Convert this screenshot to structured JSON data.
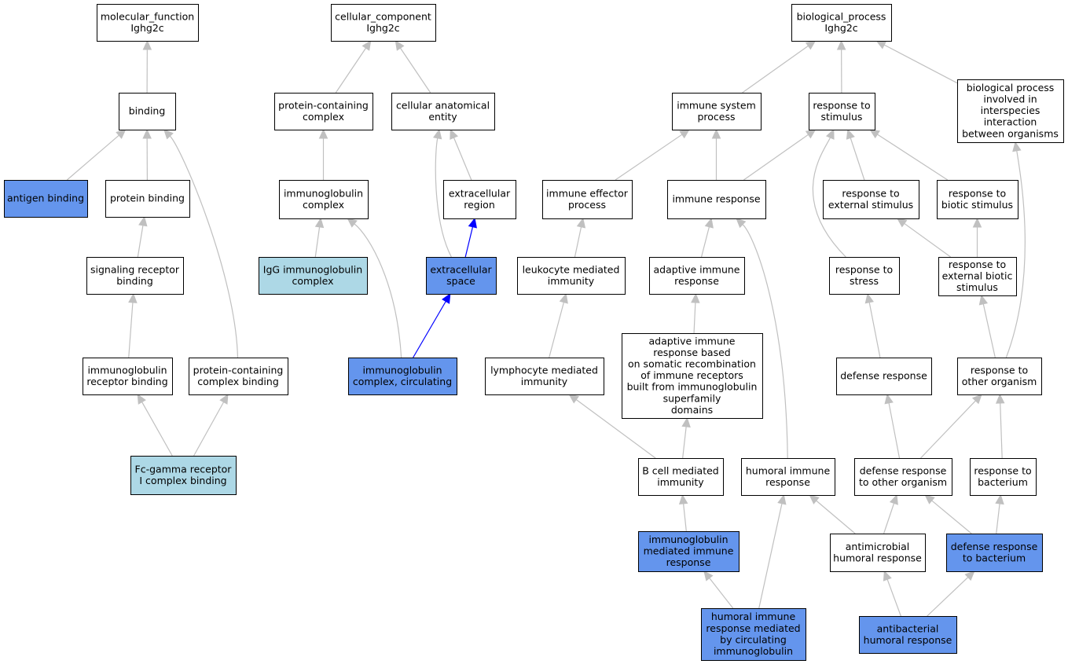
{
  "colors": {
    "default_fill": "#ffffff",
    "highlight_fill": "#6495ed",
    "light_fill": "#add8e6",
    "edge": "#c0c0c0",
    "edge_highlight": "#0000ff"
  },
  "nodes": {
    "mf": {
      "lines": [
        "molecular_function",
        "Ighg2c"
      ],
      "style": "default"
    },
    "cc": {
      "lines": [
        "cellular_component",
        "Ighg2c"
      ],
      "style": "default"
    },
    "bp": {
      "lines": [
        "biological_process",
        "Ighg2c"
      ],
      "style": "default"
    },
    "binding": {
      "lines": [
        "binding"
      ],
      "style": "default"
    },
    "antigen_binding": {
      "lines": [
        "antigen binding"
      ],
      "style": "highlight"
    },
    "protein_binding": {
      "lines": [
        "protein binding"
      ],
      "style": "default"
    },
    "signaling_receptor_binding": {
      "lines": [
        "signaling receptor",
        "binding"
      ],
      "style": "default"
    },
    "ig_receptor_binding": {
      "lines": [
        "immunoglobulin",
        "receptor binding"
      ],
      "style": "default"
    },
    "protein_complex_binding": {
      "lines": [
        "protein-containing",
        "complex binding"
      ],
      "style": "default"
    },
    "fc_gamma": {
      "lines": [
        "Fc-gamma receptor",
        "I complex binding"
      ],
      "style": "light"
    },
    "protein_complex": {
      "lines": [
        "protein-containing",
        "complex"
      ],
      "style": "default"
    },
    "cellular_anatomical_entity": {
      "lines": [
        "cellular anatomical",
        "entity"
      ],
      "style": "default"
    },
    "ig_complex": {
      "lines": [
        "immunoglobulin",
        "complex"
      ],
      "style": "default"
    },
    "extracellular_region": {
      "lines": [
        "extracellular",
        "region"
      ],
      "style": "default"
    },
    "igg_complex": {
      "lines": [
        "IgG immunoglobulin",
        "complex"
      ],
      "style": "light"
    },
    "extracellular_space": {
      "lines": [
        "extracellular",
        "space"
      ],
      "style": "highlight"
    },
    "ig_complex_circulating": {
      "lines": [
        "immunoglobulin",
        "complex, circulating"
      ],
      "style": "highlight"
    },
    "immune_system_process": {
      "lines": [
        "immune system",
        "process"
      ],
      "style": "default"
    },
    "response_to_stimulus": {
      "lines": [
        "response to",
        "stimulus"
      ],
      "style": "default"
    },
    "interspecies": {
      "lines": [
        "biological process",
        "involved in",
        "interspecies",
        "interaction",
        "between organisms"
      ],
      "style": "default"
    },
    "immune_effector_process": {
      "lines": [
        "immune effector",
        "process"
      ],
      "style": "default"
    },
    "immune_response": {
      "lines": [
        "immune response"
      ],
      "style": "default"
    },
    "response_external_stimulus": {
      "lines": [
        "response to",
        "external stimulus"
      ],
      "style": "default"
    },
    "response_biotic_stimulus": {
      "lines": [
        "response to",
        "biotic stimulus"
      ],
      "style": "default"
    },
    "leukocyte_immunity": {
      "lines": [
        "leukocyte mediated",
        "immunity"
      ],
      "style": "default"
    },
    "adaptive_immune_response": {
      "lines": [
        "adaptive immune",
        "response"
      ],
      "style": "default"
    },
    "response_to_stress": {
      "lines": [
        "response to",
        "stress"
      ],
      "style": "default"
    },
    "response_external_biotic": {
      "lines": [
        "response to",
        "external biotic",
        "stimulus"
      ],
      "style": "default"
    },
    "adaptive_somatic": {
      "lines": [
        "adaptive immune",
        "response based",
        "on somatic recombination",
        "of immune receptors",
        "built from immunoglobulin",
        "superfamily",
        "domains"
      ],
      "style": "default"
    },
    "lymphocyte_immunity": {
      "lines": [
        "lymphocyte mediated",
        "immunity"
      ],
      "style": "default"
    },
    "defense_response": {
      "lines": [
        "defense response"
      ],
      "style": "default"
    },
    "response_other_organism": {
      "lines": [
        "response to",
        "other organism"
      ],
      "style": "default"
    },
    "b_cell_immunity": {
      "lines": [
        "B cell mediated",
        "immunity"
      ],
      "style": "default"
    },
    "humoral_immune_response": {
      "lines": [
        "humoral immune",
        "response"
      ],
      "style": "default"
    },
    "defense_other_organism": {
      "lines": [
        "defense response",
        "to other organism"
      ],
      "style": "default"
    },
    "response_to_bacterium": {
      "lines": [
        "response to",
        "bacterium"
      ],
      "style": "default"
    },
    "ig_mediated_immune_response": {
      "lines": [
        "immunoglobulin",
        "mediated immune",
        "response"
      ],
      "style": "highlight"
    },
    "antimicrobial_humoral": {
      "lines": [
        "antimicrobial",
        "humoral response"
      ],
      "style": "default"
    },
    "defense_bacterium": {
      "lines": [
        "defense response",
        "to bacterium"
      ],
      "style": "highlight"
    },
    "humoral_circulating_ig": {
      "lines": [
        "humoral immune",
        "response mediated",
        "by circulating",
        "immunoglobulin"
      ],
      "style": "highlight"
    },
    "antibacterial_humoral": {
      "lines": [
        "antibacterial",
        "humoral response"
      ],
      "style": "highlight"
    }
  },
  "edges": [
    {
      "from": "binding",
      "to": "mf"
    },
    {
      "from": "antigen_binding",
      "to": "binding"
    },
    {
      "from": "protein_binding",
      "to": "binding"
    },
    {
      "from": "protein_complex_binding",
      "to": "binding"
    },
    {
      "from": "signaling_receptor_binding",
      "to": "protein_binding"
    },
    {
      "from": "ig_receptor_binding",
      "to": "signaling_receptor_binding"
    },
    {
      "from": "fc_gamma",
      "to": "ig_receptor_binding"
    },
    {
      "from": "fc_gamma",
      "to": "protein_complex_binding"
    },
    {
      "from": "protein_complex",
      "to": "cc"
    },
    {
      "from": "cellular_anatomical_entity",
      "to": "cc"
    },
    {
      "from": "ig_complex",
      "to": "protein_complex"
    },
    {
      "from": "extracellular_region",
      "to": "cellular_anatomical_entity"
    },
    {
      "from": "extracellular_space",
      "to": "cellular_anatomical_entity"
    },
    {
      "from": "igg_complex",
      "to": "ig_complex"
    },
    {
      "from": "ig_complex_circulating",
      "to": "ig_complex"
    },
    {
      "from": "extracellular_space",
      "to": "extracellular_region",
      "highlight": true
    },
    {
      "from": "ig_complex_circulating",
      "to": "extracellular_space",
      "highlight": true
    },
    {
      "from": "immune_system_process",
      "to": "bp"
    },
    {
      "from": "response_to_stimulus",
      "to": "bp"
    },
    {
      "from": "interspecies",
      "to": "bp"
    },
    {
      "from": "immune_effector_process",
      "to": "immune_system_process"
    },
    {
      "from": "immune_response",
      "to": "immune_system_process"
    },
    {
      "from": "immune_response",
      "to": "response_to_stimulus"
    },
    {
      "from": "response_external_stimulus",
      "to": "response_to_stimulus"
    },
    {
      "from": "response_biotic_stimulus",
      "to": "response_to_stimulus"
    },
    {
      "from": "response_to_stress",
      "to": "response_to_stimulus"
    },
    {
      "from": "leukocyte_immunity",
      "to": "immune_effector_process"
    },
    {
      "from": "adaptive_immune_response",
      "to": "immune_response"
    },
    {
      "from": "humoral_immune_response",
      "to": "immune_response"
    },
    {
      "from": "response_external_biotic",
      "to": "response_external_stimulus"
    },
    {
      "from": "response_external_biotic",
      "to": "response_biotic_stimulus"
    },
    {
      "from": "adaptive_somatic",
      "to": "adaptive_immune_response"
    },
    {
      "from": "lymphocyte_immunity",
      "to": "leukocyte_immunity"
    },
    {
      "from": "defense_response",
      "to": "response_to_stress"
    },
    {
      "from": "response_other_organism",
      "to": "response_external_biotic"
    },
    {
      "from": "response_other_organism",
      "to": "interspecies"
    },
    {
      "from": "b_cell_immunity",
      "to": "lymphocyte_immunity"
    },
    {
      "from": "b_cell_immunity",
      "to": "adaptive_somatic"
    },
    {
      "from": "defense_other_organism",
      "to": "defense_response"
    },
    {
      "from": "defense_other_organism",
      "to": "response_other_organism"
    },
    {
      "from": "response_to_bacterium",
      "to": "response_other_organism"
    },
    {
      "from": "ig_mediated_immune_response",
      "to": "b_cell_immunity"
    },
    {
      "from": "antimicrobial_humoral",
      "to": "humoral_immune_response"
    },
    {
      "from": "antimicrobial_humoral",
      "to": "defense_other_organism"
    },
    {
      "from": "defense_bacterium",
      "to": "defense_other_organism"
    },
    {
      "from": "defense_bacterium",
      "to": "response_to_bacterium"
    },
    {
      "from": "humoral_circulating_ig",
      "to": "ig_mediated_immune_response"
    },
    {
      "from": "humoral_circulating_ig",
      "to": "humoral_immune_response"
    },
    {
      "from": "antibacterial_humoral",
      "to": "antimicrobial_humoral"
    },
    {
      "from": "antibacterial_humoral",
      "to": "defense_bacterium"
    }
  ]
}
